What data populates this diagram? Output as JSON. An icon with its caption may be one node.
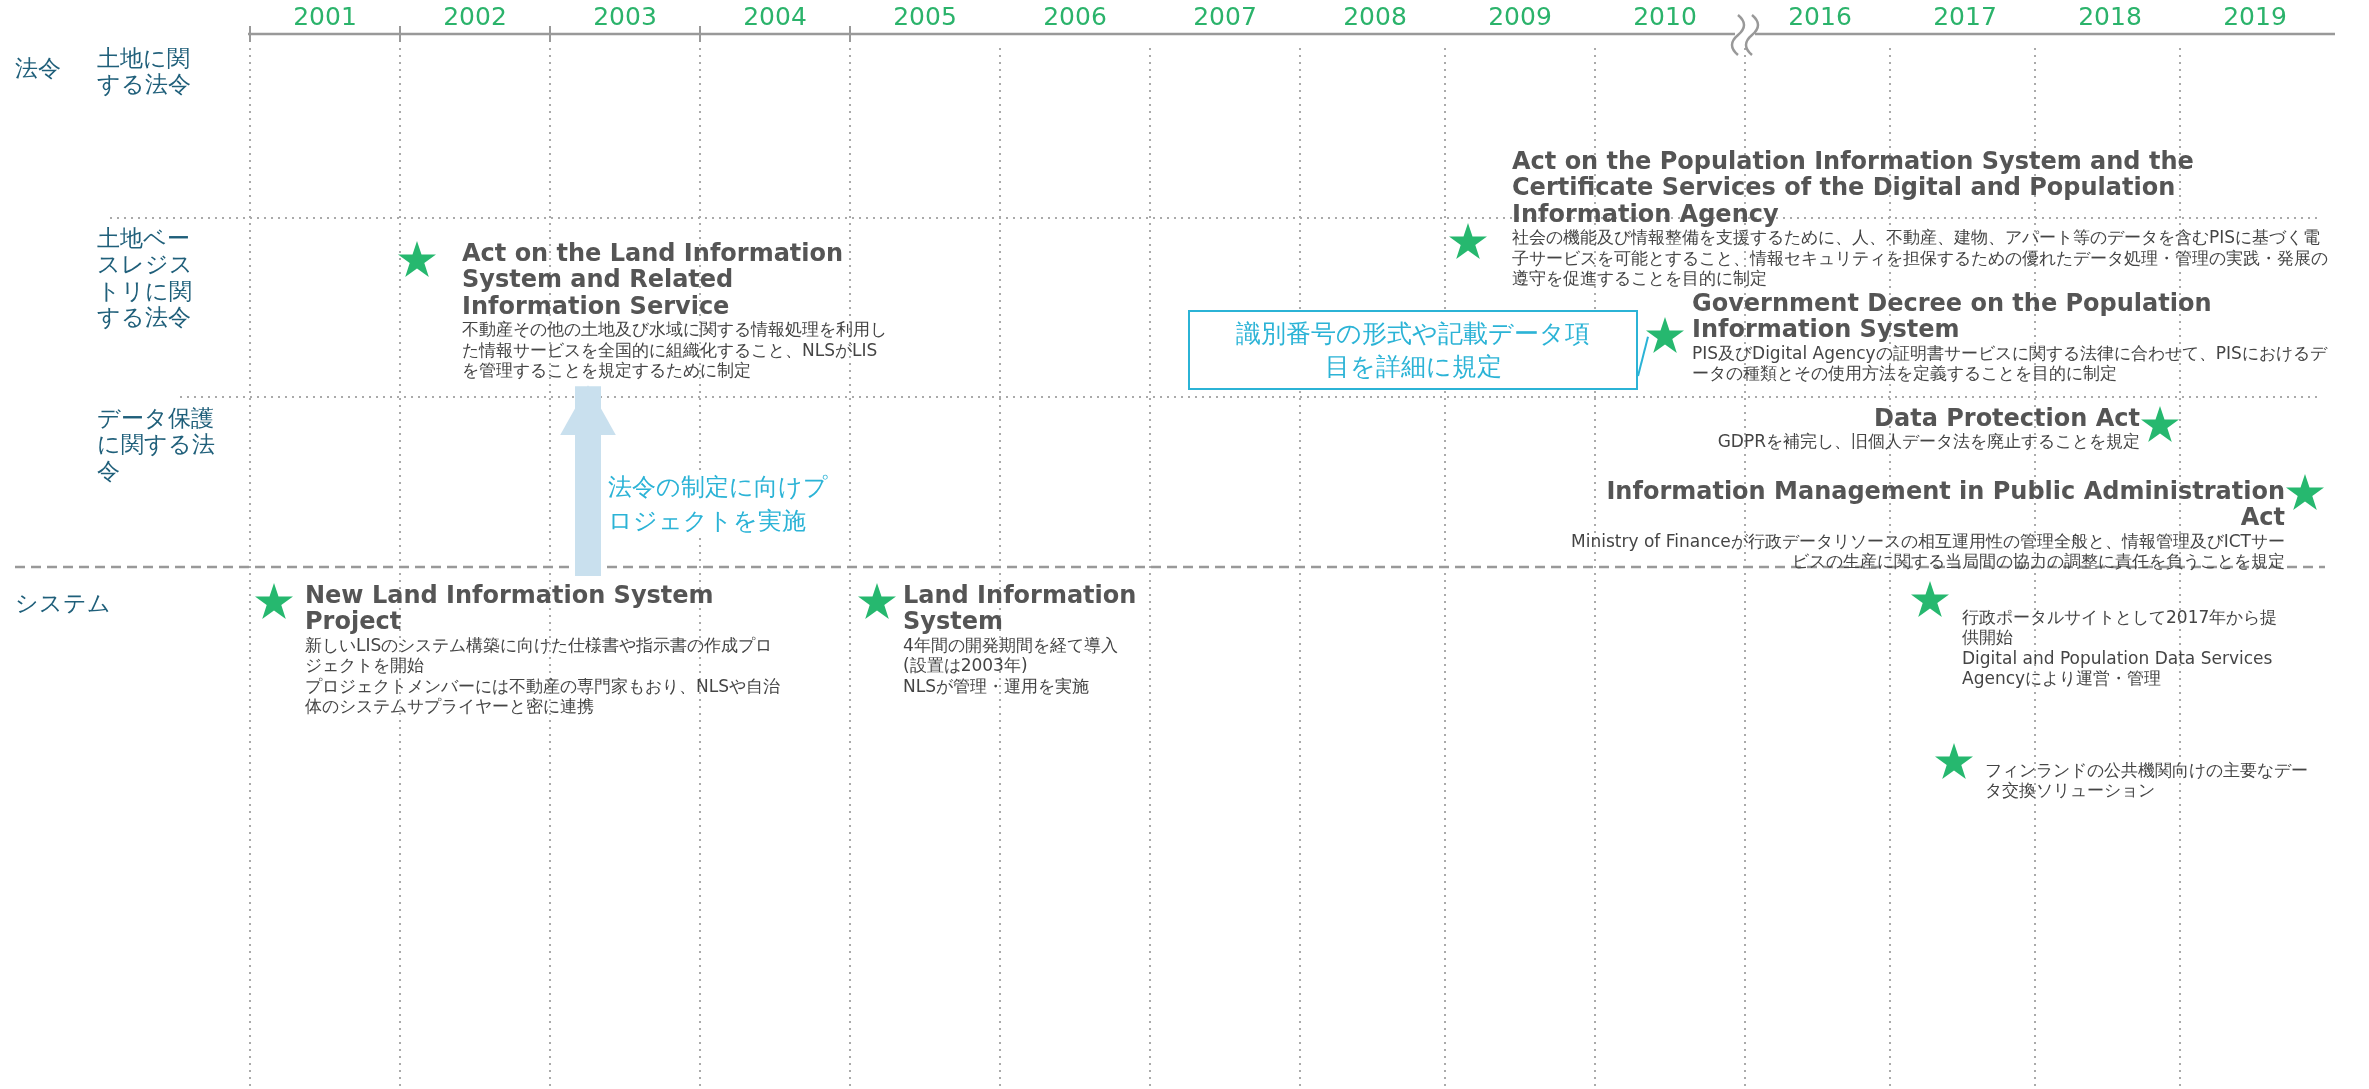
{
  "diagram": {
    "nodes": [
      {
        "text": [
          "Act on the Population Information System and the Certificate Services  of the Digital and Population Information Agency",
          "社会の機能及び情報整備を支援するために、人、不動産、建物、アパート等のデータを含むPISに基づく電子サービスを可能とすること、情報セキュリティを担保するための優れたデータ処理・管理の実践・発展の遵守を促進することを目的に制定"
        ]
      },
      {
        "text": [
          "Act on the Land Information System and Related Information Service",
          "不動産その他の土地及び水域に関する情報処理を利用した情報サービスを全国的に組織化すること、NLSがLISを管理することを規定するために制定"
        ]
      },
      {
        "text": [
          "識別番号の形式や記載データ項目を詳細に規定"
        ]
      },
      {
        "text": [
          "Government Decree on the Population Information System",
          "PIS及びDigital Agencyの証明書サービスに関する法律に合わせて、PISにおけるデータの種類とその使用方法を定義することを目的に制定"
        ]
      },
      {
        "text": [
          "Data Protection Act",
          "GDPRを補完し、旧個人データ法を廃止することを規定"
        ]
      },
      {
        "text": [
          "Information Management in Public Administration Act",
          "Ministry of Financeが行政データリソースの相互運用性の管理全般と、情報管理及びICTサービスの生産に関する当局間の協力の調整に責任を負うことを規定"
        ]
      },
      {
        "text": [
          "New Land Information System Project",
          "新しいLISのシステム構築に向けた仕様書や指示書の作成プロジェクトを開始",
          "プロジェクトメンバーには不動産の専門家もおり、NLSや自治体のシステムサプライヤーと密に連携"
        ]
      },
      {
        "text": [
          "Land Information System",
          "4年間の開発期間を経て導入",
          "(設置は2003年)",
          "NLSが管理・運用を実施"
        ]
      },
      {
        "text": [
          "行政ポータルサイトとして2017年から提供開始",
          "Digital and Population Data Services Agencyにより運営・管理"
        ]
      },
      {
        "text": [
          "フィンランドの公共機関向けの主要なデータ交換ソリューション"
        ]
      }
    ],
    "edges": [
      {
        "from": 6,
        "to": 1,
        "arrow": "to",
        "label": "法令の制定に向けプロジェクトを実施",
        "style": "thick",
        "color": "#c9e0ee"
      },
      {
        "from": 2,
        "to": 3,
        "arrow": "none",
        "color": "#2bb3d6"
      }
    ],
    "labels": [
      "2001",
      "2002",
      "2003",
      "2004",
      "2005",
      "2006",
      "2007",
      "2008",
      "2009",
      "2010",
      "2016",
      "2017",
      "2018",
      "2019",
      "法令",
      "土地に関する法令",
      "土地ベースレジストリに関する法令",
      "データ保護に関する法令",
      "システム"
    ]
  }
}
